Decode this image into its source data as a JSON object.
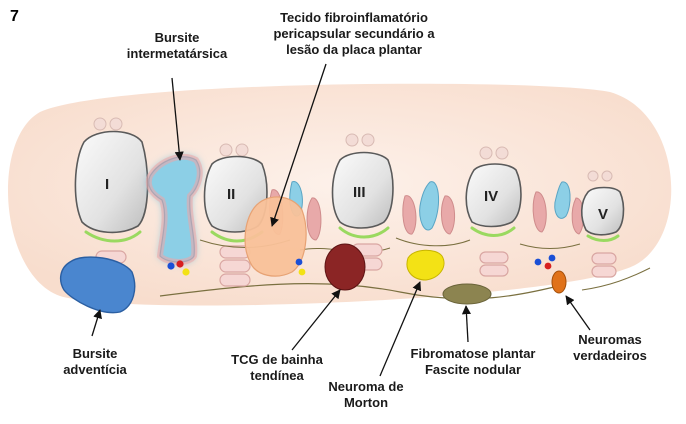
{
  "figure_number": "7",
  "labels": {
    "bursite_intermetatarsica": [
      "Bursite",
      "intermetatársica"
    ],
    "tecido": [
      "Tecido fibroinflamatório",
      "pericapsular secundário a",
      "lesão da placa plantar"
    ],
    "bursite_adventicia": [
      "Bursite",
      "adventícia"
    ],
    "tcg": [
      "TCG de bainha",
      "tendínea"
    ],
    "neuroma_morton": [
      "Neuroma de",
      "Morton"
    ],
    "fibromatose": [
      "Fibromatose plantar",
      "Fascite nodular"
    ],
    "neuromas_verdadeiros": [
      "Neuromas",
      "verdadeiros"
    ]
  },
  "metatarsals": [
    "I",
    "II",
    "III",
    "IV",
    "V"
  ],
  "colors": {
    "background_soft_tissue": "#fbe6da",
    "bone_fill": "#e4e4e4",
    "bursa_intermetatarsal": "#8ccfe6",
    "pericapsular_tissue": "#f9c199",
    "adventitial_bursa": "#4a86cf",
    "tcg": "#8b2525",
    "morton_neuroma": "#f3e215",
    "fibromatosis": "#8c8450",
    "true_neuroma": "#e0721a",
    "plantar_plate": "#9ad960"
  }
}
